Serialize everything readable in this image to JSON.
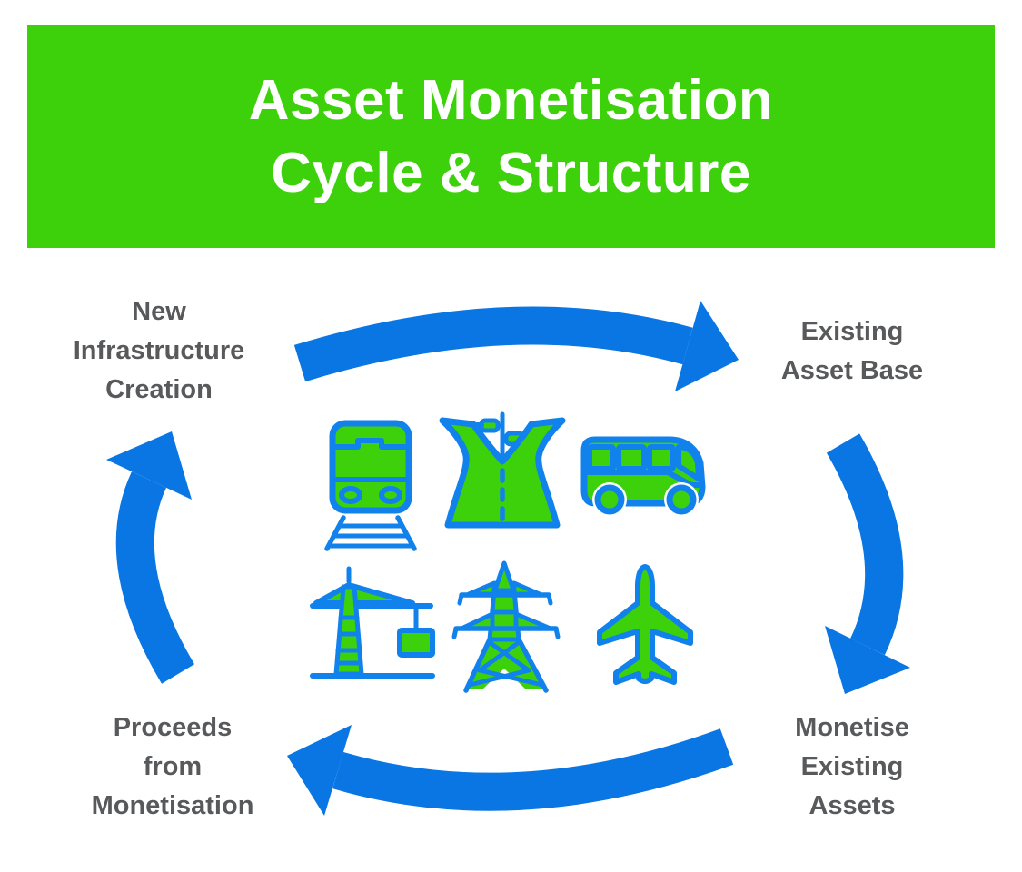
{
  "header": {
    "title_line1": "Asset Monetisation",
    "title_line2": "Cycle & Structure",
    "bg_color": "#3dd10c",
    "text_color": "#ffffff"
  },
  "cycle": {
    "label_color": "#58595b",
    "arrow_color": "#0a76e3",
    "nodes": [
      {
        "id": "new-infrastructure-creation",
        "position": "top-left",
        "lines": [
          "New",
          "Infrastructure",
          "Creation"
        ]
      },
      {
        "id": "existing-asset-base",
        "position": "top-right",
        "lines": [
          "Existing",
          "Asset Base"
        ]
      },
      {
        "id": "monetise-existing-assets",
        "position": "bottom-right",
        "lines": [
          "Monetise",
          "Existing",
          "Assets"
        ]
      },
      {
        "id": "proceeds-from-monetisation",
        "position": "bottom-left",
        "lines": [
          "Proceeds",
          "from",
          "Monetisation"
        ]
      }
    ],
    "arrows": [
      {
        "name": "arrow-top",
        "from": "new-infrastructure-creation",
        "to": "existing-asset-base"
      },
      {
        "name": "arrow-right",
        "from": "existing-asset-base",
        "to": "monetise-existing-assets"
      },
      {
        "name": "arrow-bottom",
        "from": "monetise-existing-assets",
        "to": "proceeds-from-monetisation"
      },
      {
        "name": "arrow-left",
        "from": "proceeds-from-monetisation",
        "to": "new-infrastructure-creation"
      }
    ]
  },
  "icons": {
    "fill_color": "#3dd10c",
    "stroke_color": "#1182ec",
    "items": [
      {
        "name": "train-icon"
      },
      {
        "name": "highway-icon"
      },
      {
        "name": "bus-icon"
      },
      {
        "name": "crane-icon"
      },
      {
        "name": "transmission-tower-icon"
      },
      {
        "name": "airplane-icon"
      }
    ]
  }
}
